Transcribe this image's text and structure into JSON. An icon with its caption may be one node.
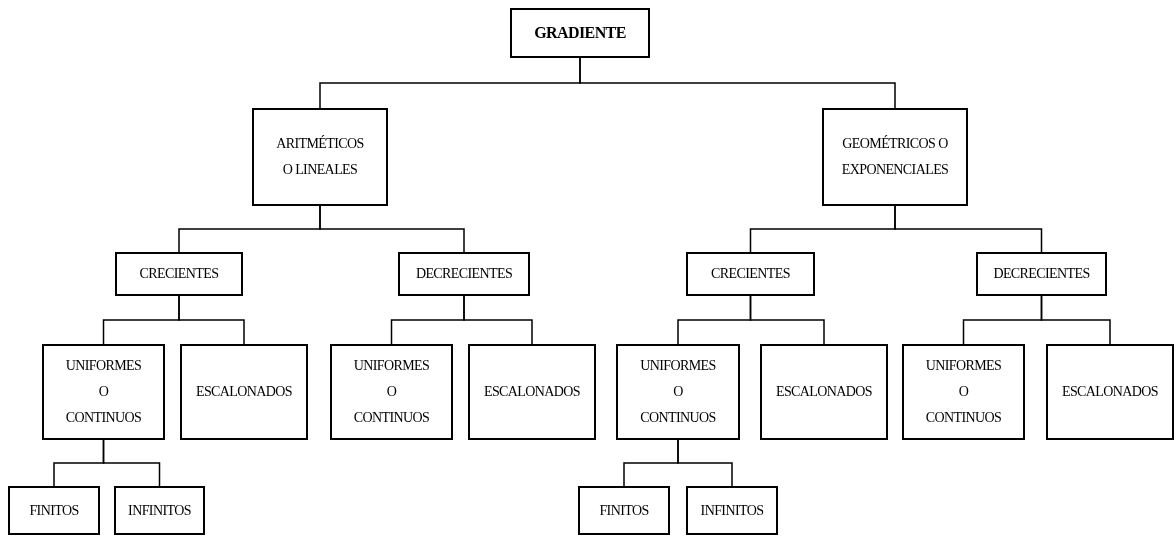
{
  "diagram": {
    "nodes": [
      {
        "text": [
          "GRADIENTE"
        ]
      },
      {
        "text": [
          "ARITMÉTICOS O LINEALES"
        ]
      },
      {
        "text": [
          "GEOMÉTRICOS O EXPONENCIALES"
        ]
      },
      {
        "text": [
          "CRECIENTES"
        ]
      },
      {
        "text": [
          "DECRECIENTES"
        ]
      },
      {
        "text": [
          "CRECIENTES"
        ]
      },
      {
        "text": [
          "DECRECIENTES"
        ]
      },
      {
        "text": [
          "UNIFORMES O CONTINUOS"
        ]
      },
      {
        "text": [
          "ESCALONADOS"
        ]
      },
      {
        "text": [
          "UNIFORMES O CONTINUOS"
        ]
      },
      {
        "text": [
          "ESCALONADOS"
        ]
      },
      {
        "text": [
          "UNIFORMES O CONTINUOS"
        ]
      },
      {
        "text": [
          "ESCALONADOS"
        ]
      },
      {
        "text": [
          "UNIFORMES O CONTINUOS"
        ]
      },
      {
        "text": [
          "ESCALONADOS"
        ]
      },
      {
        "text": [
          "FINITOS"
        ]
      },
      {
        "text": [
          "INFINITOS"
        ]
      },
      {
        "text": [
          "FINITOS"
        ]
      },
      {
        "text": [
          "INFINITOS"
        ]
      }
    ],
    "edges": [
      {
        "from": 0,
        "to": 1,
        "arrow": "none"
      },
      {
        "from": 0,
        "to": 2,
        "arrow": "none"
      },
      {
        "from": 1,
        "to": 3,
        "arrow": "none"
      },
      {
        "from": 1,
        "to": 4,
        "arrow": "none"
      },
      {
        "from": 2,
        "to": 5,
        "arrow": "none"
      },
      {
        "from": 2,
        "to": 6,
        "arrow": "none"
      },
      {
        "from": 3,
        "to": 7,
        "arrow": "none"
      },
      {
        "from": 3,
        "to": 8,
        "arrow": "none"
      },
      {
        "from": 4,
        "to": 9,
        "arrow": "none"
      },
      {
        "from": 4,
        "to": 10,
        "arrow": "none"
      },
      {
        "from": 5,
        "to": 11,
        "arrow": "none"
      },
      {
        "from": 5,
        "to": 12,
        "arrow": "none"
      },
      {
        "from": 6,
        "to": 13,
        "arrow": "none"
      },
      {
        "from": 6,
        "to": 14,
        "arrow": "none"
      },
      {
        "from": 7,
        "to": 15,
        "arrow": "none"
      },
      {
        "from": 7,
        "to": 16,
        "arrow": "none"
      },
      {
        "from": 11,
        "to": 17,
        "arrow": "none"
      },
      {
        "from": 11,
        "to": 18,
        "arrow": "none"
      }
    ]
  }
}
